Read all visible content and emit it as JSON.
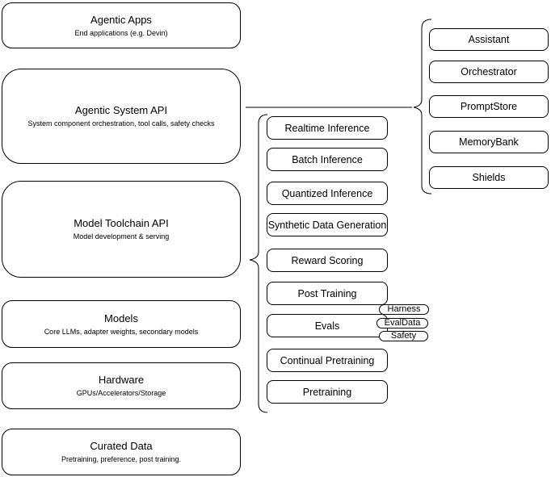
{
  "diagram": {
    "stack": [
      {
        "title": "Agentic Apps",
        "subtitle": "End applications (e.g. Devin)"
      },
      {
        "title": "Agentic System API",
        "subtitle": "System component orchestration, tool calls, safety checks"
      },
      {
        "title": "Model Toolchain API",
        "subtitle": "Model development & serving"
      },
      {
        "title": "Models",
        "subtitle": "Core LLMs, adapter weights, secondary models"
      },
      {
        "title": "Hardware",
        "subtitle": "GPUs/Accelerators/Storage"
      },
      {
        "title": "Curated Data",
        "subtitle": "Pretraining, preference, post training."
      }
    ],
    "toolchain_items": [
      "Realtime Inference",
      "Batch Inference",
      "Quantized Inference",
      "Synthetic Data Generation",
      "Reward Scoring",
      "Post Training",
      "Evals",
      "Continual Pretraining",
      "Pretraining"
    ],
    "eval_tags": [
      "Harness",
      "EvalData",
      "Safety"
    ],
    "system_components": [
      "Assistant",
      "Orchestrator",
      "PromptStore",
      "MemoryBank",
      "Shields"
    ],
    "colors": {
      "stroke": "#000000",
      "fill": "#ffffff",
      "text": "#000000",
      "background": "#ffffff"
    }
  }
}
